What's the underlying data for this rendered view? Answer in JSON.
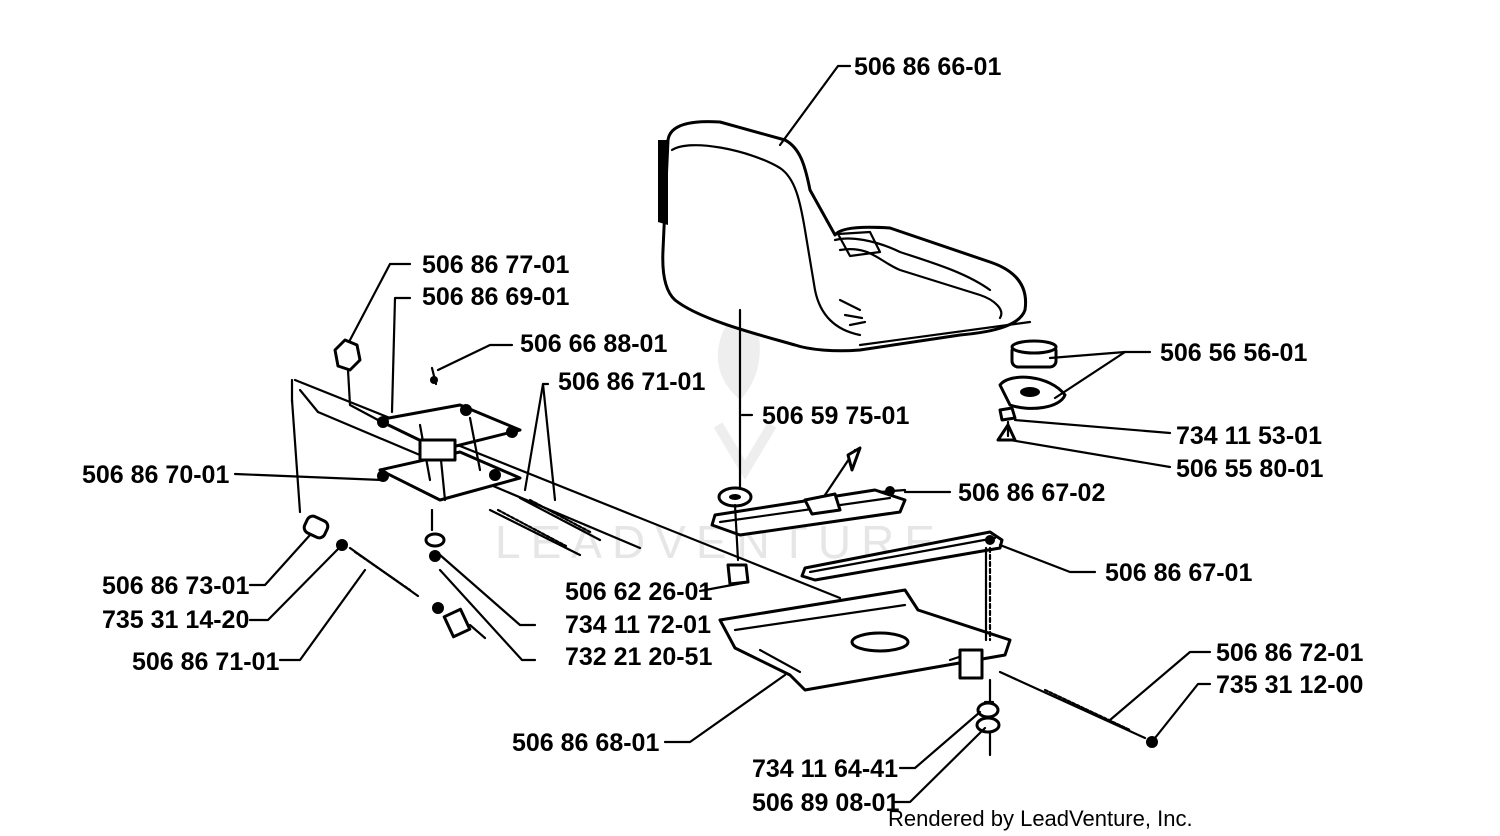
{
  "diagram": {
    "labels": {
      "seat": "506 86 66-01",
      "p_506_86_77_01": "506 86 77-01",
      "p_506_86_69_01": "506 86 69-01",
      "p_506_66_88_01": "506 66 88-01",
      "p_506_86_71_01_top": "506 86 71-01",
      "p_506_56_56_01": "506 56 56-01",
      "p_506_59_75_01": "506 59 75-01",
      "p_734_11_53_01": "734 11 53-01",
      "p_506_55_80_01": "506 55 80-01",
      "p_506_86_70_01": "506 86 70-01",
      "p_506_86_67_02": "506 86 67-02",
      "p_506_86_67_01": "506 86 67-01",
      "p_506_62_26_01": "506 62 26-01",
      "p_506_86_73_01": "506 86 73-01",
      "p_734_11_72_01": "734 11 72-01",
      "p_735_31_14_20": "735 31 14-20",
      "p_732_21_20_51": "732 21 20-51",
      "p_506_86_71_01_bottom": "506 86 71-01",
      "p_506_86_72_01": "506 86 72-01",
      "p_735_31_12_00": "735 31 12-00",
      "p_506_86_68_01": "506 86 68-01",
      "p_734_11_64_41": "734 11 64-41",
      "p_506_89_08_01": "506 89 08-01"
    },
    "credit": "Rendered by LeadVenture, Inc.",
    "watermark": "LEADVENTURE"
  }
}
